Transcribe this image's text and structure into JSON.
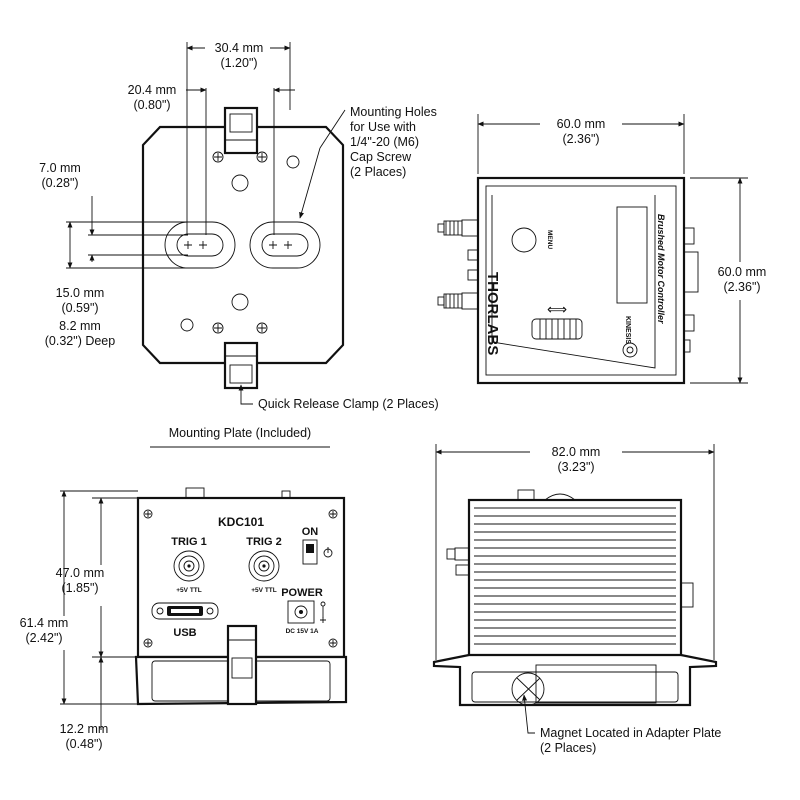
{
  "top_left": {
    "dim_30": "30.4 mm",
    "dim_30_in": "(1.20\")",
    "dim_20": "20.4 mm",
    "dim_20_in": "(0.80\")",
    "dim_7": "7.0 mm",
    "dim_7_in": "(0.28\")",
    "dim_15": "15.0 mm",
    "dim_15_in": "(0.59\")",
    "dim_8": "8.2 mm",
    "dim_8_in": "(0.32\") Deep",
    "holes_note": [
      "Mounting Holes",
      "for Use with",
      "1/4\"-20 (M6)",
      "Cap Screw",
      "(2 Places)"
    ],
    "clamp_note": "Quick Release Clamp (2 Places)",
    "caption": "Mounting Plate (Included)"
  },
  "top_right": {
    "dim_w": "60.0 mm",
    "dim_w_in": "(2.36\")",
    "dim_h": "60.0 mm",
    "dim_h_in": "(2.36\")",
    "brand": "THORLABS",
    "menu": "MENU",
    "product": "Brushed Motor Controller",
    "kinesis": "KINESIS",
    "arrow": "⟺"
  },
  "bottom_left": {
    "model": "KDC101",
    "trig1": "TRIG 1",
    "trig2": "TRIG 2",
    "ttl1": "+5V TTL",
    "ttl2": "+5V TTL",
    "on": "ON",
    "power": "POWER",
    "dc": "DC 15V 1A",
    "usb": "USB",
    "dim_47": "47.0 mm",
    "dim_47_in": "(1.85\")",
    "dim_61": "61.4 mm",
    "dim_61_in": "(2.42\")",
    "dim_12": "12.2 mm",
    "dim_12_in": "(0.48\")"
  },
  "bottom_right": {
    "dim_82": "82.0 mm",
    "dim_82_in": "(3.23\")",
    "magnet_note": "Magnet Located in Adapter Plate",
    "magnet_note2": "(2 Places)"
  }
}
